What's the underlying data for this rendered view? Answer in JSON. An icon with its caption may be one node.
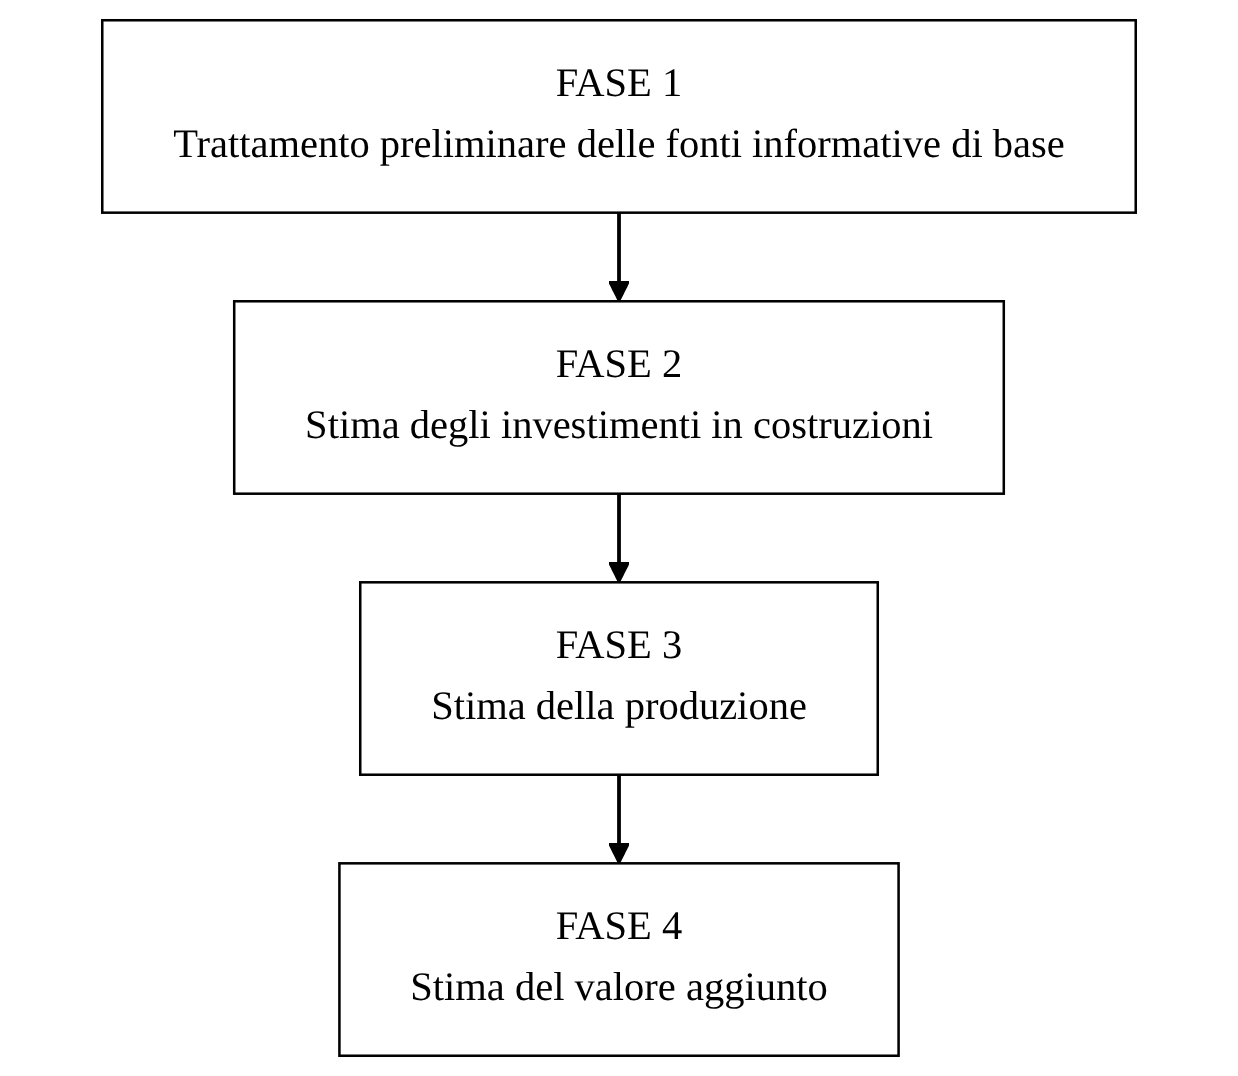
{
  "diagram": {
    "nodes": [
      {
        "text": [
          "FASE 1",
          "Trattamento preliminare delle fonti informative di base"
        ]
      },
      {
        "text": [
          "FASE 2",
          "Stima degli investimenti in costruzioni"
        ]
      },
      {
        "text": [
          "FASE 3",
          "Stima della produzione"
        ]
      },
      {
        "text": [
          "FASE 4",
          "Stima del valore aggiunto"
        ]
      }
    ],
    "edges": [
      {
        "from": 0,
        "to": 1,
        "arrow": "to"
      },
      {
        "from": 1,
        "to": 2,
        "arrow": "to"
      },
      {
        "from": 2,
        "to": 3,
        "arrow": "to"
      }
    ]
  }
}
